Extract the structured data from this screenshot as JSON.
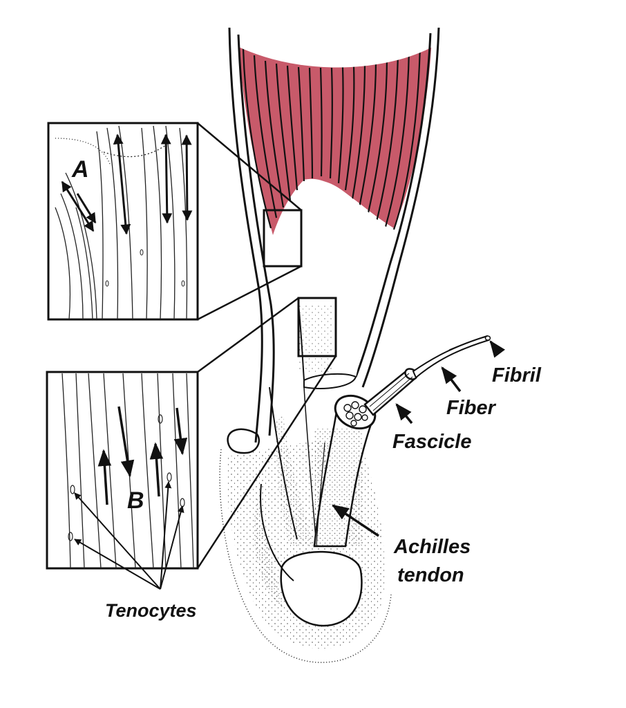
{
  "figure": {
    "labels": {
      "fibril": "Fibril",
      "fiber": "Fiber",
      "fascicle": "Fascicle",
      "achilles_line1": "Achilles",
      "achilles_line2": "tendon",
      "tenocytes": "Tenocytes",
      "inset_a": "A",
      "inset_b": "B"
    },
    "colors": {
      "muscle": "#c85a6a",
      "ink": "#111111",
      "background": "#ffffff"
    }
  }
}
